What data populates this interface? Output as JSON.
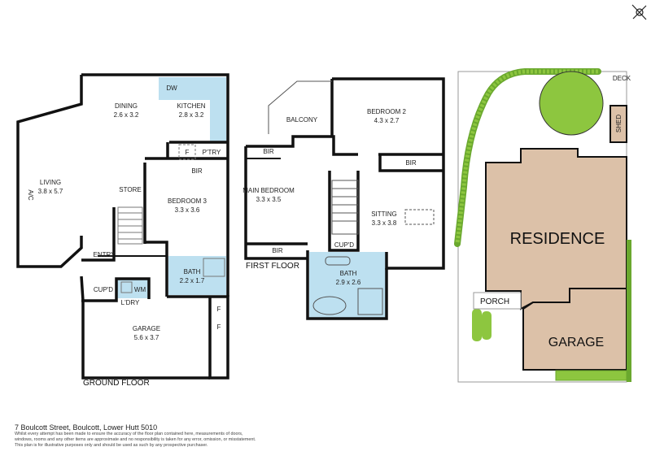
{
  "ground_floor": {
    "title": "GROUND FLOOR",
    "rooms": [
      {
        "name": "DINING",
        "size": "2.6 x 3.2"
      },
      {
        "name": "KITCHEN",
        "size": "2.8 x 3.2"
      },
      {
        "name": "LIVING",
        "size": "3.8 x 5.7"
      },
      {
        "name": "BEDROOM 3",
        "size": "3.3 x 3.6"
      },
      {
        "name": "BATH",
        "size": "2.2 x 1.7"
      },
      {
        "name": "GARAGE",
        "size": "5.6 x 3.7"
      }
    ],
    "labels": {
      "dw": "DW",
      "f": "F",
      "pantry": "P'TRY",
      "bir": "BIR",
      "store": "STORE",
      "ac": "A/C",
      "entry": "ENTRY",
      "cupd": "CUP'D",
      "wm": "WM",
      "laundry": "L'DRY",
      "f2": "F",
      "f3": "F"
    }
  },
  "first_floor": {
    "title": "FIRST FLOOR",
    "rooms": [
      {
        "name": "BEDROOM 2",
        "size": "4.3 x 2.7"
      },
      {
        "name": "MAIN BEDROOM",
        "size": "3.3 x 3.5"
      },
      {
        "name": "SITTING",
        "size": "3.3 x 3.8"
      },
      {
        "name": "BATH",
        "size": "2.9 x 2.6"
      }
    ],
    "labels": {
      "balcony": "BALCONY",
      "bir1": "BIR",
      "bir2": "BIR",
      "bir3": "BIR",
      "cupd": "CUP'D"
    }
  },
  "site_plan": {
    "residence": "RESIDENCE",
    "garage": "GARAGE",
    "porch": "PORCH",
    "deck": "DECK",
    "shed": "SHED",
    "colors": {
      "building": "#dcc1a8",
      "lawn": "#8dc63f",
      "wet_area": "#bde0f0"
    }
  },
  "compass_icon": "north-arrow",
  "footer": {
    "address": "7 Boulcott Street, Boulcott, Lower Hutt 5010",
    "disclaimer": [
      "Whilst every attempt has been made to ensure the accuracy of the floor plan contained here, measurements of doors,",
      "windows, rooms and any other items are approximate and no responsibility is taken for any error, omission, or misstatement.",
      "This plan is for illustrative purposes only and should be used as such by any prospective purchaser."
    ]
  }
}
